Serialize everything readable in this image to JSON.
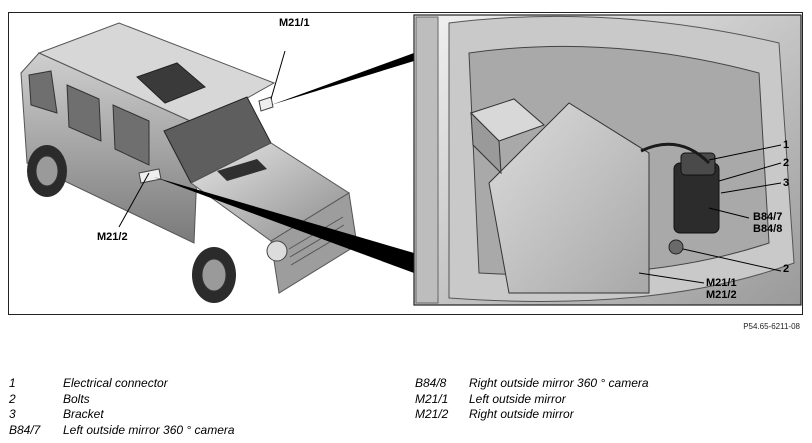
{
  "figure": {
    "callouts": {
      "m21_1_car": "M21/1",
      "m21_2_car": "M21/2",
      "c1": "1",
      "c2_top": "2",
      "c3": "3",
      "b84_7": "B84/7",
      "b84_8": "B84/8",
      "c2_bottom": "2",
      "m21_1_detail": "M21/1",
      "m21_2_detail": "M21/2"
    },
    "code": "P54.65-6211-08"
  },
  "legend": {
    "left": [
      {
        "key": "1",
        "text": "Electrical connector"
      },
      {
        "key": "2",
        "text": "Bolts"
      },
      {
        "key": "3",
        "text": "Bracket"
      },
      {
        "key": "B84/7",
        "text": "Left outside mirror 360 ° camera"
      }
    ],
    "right": [
      {
        "key": "B84/8",
        "text": "Right outside mirror 360 ° camera"
      },
      {
        "key": "M21/1",
        "text": "Left outside mirror"
      },
      {
        "key": "M21/2",
        "text": "Right outside mirror"
      }
    ]
  }
}
